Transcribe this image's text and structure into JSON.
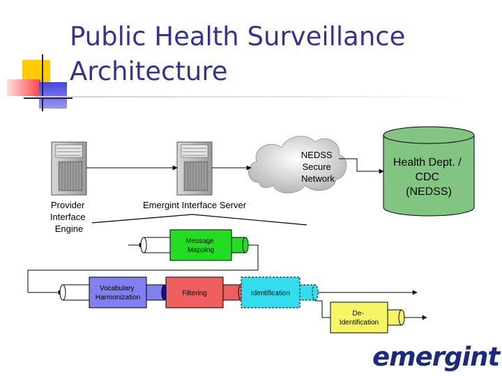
{
  "slide": {
    "title_line1": "Public Health Surveillance",
    "title_line2": "Architecture"
  },
  "diagram": {
    "nodes": {
      "provider_engine": {
        "label_lines": [
          "Provider",
          "Interface",
          "Engine"
        ]
      },
      "interface_server": {
        "label": "Emergint Interface Server"
      },
      "network": {
        "label_lines": [
          "NEDSS",
          "Secure",
          "Network"
        ]
      },
      "database": {
        "label_lines": [
          "Health Dept. /",
          "CDC",
          "(NEDSS)"
        ],
        "color": "#82c482"
      }
    },
    "pipes": [
      {
        "key": "message_mapping",
        "label_lines": [
          "Message",
          "Mapping"
        ],
        "color": "#22dd22"
      },
      {
        "key": "vocabulary_harmonization",
        "label_lines": [
          "Vocabulary",
          "Harmonization"
        ],
        "color": "#8080ee"
      },
      {
        "key": "filtering",
        "label_lines": [
          "Filtering"
        ],
        "color": "#ee6060"
      },
      {
        "key": "identification",
        "label_lines": [
          "Identification"
        ],
        "color": "#33ddee"
      },
      {
        "key": "de_identification",
        "label_lines": [
          "De-",
          "Identification"
        ],
        "color": "#f5f566"
      }
    ]
  },
  "logo": {
    "text": "emergint",
    "color": "#1a2a80"
  },
  "colors": {
    "title": "#333399",
    "accent_yellow": "#ffcc00",
    "accent_red": "#ff3333",
    "accent_blue": "#3333cc"
  }
}
